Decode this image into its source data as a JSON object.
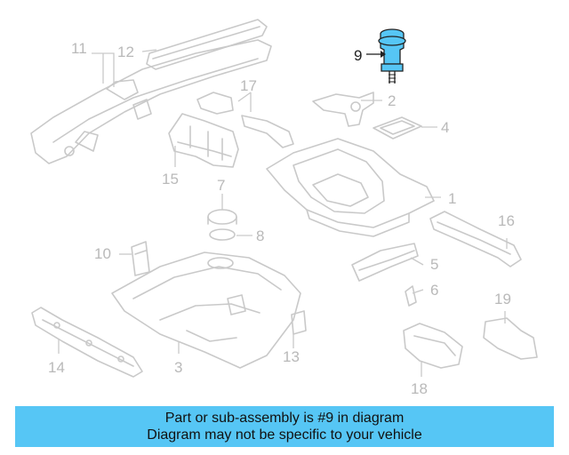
{
  "diagram": {
    "highlight_color": "#56c6f5",
    "callouts": [
      {
        "id": "9",
        "label": "9",
        "highlighted": true
      },
      {
        "id": "1",
        "label": "1"
      },
      {
        "id": "2",
        "label": "2"
      },
      {
        "id": "3",
        "label": "3"
      },
      {
        "id": "4",
        "label": "4"
      },
      {
        "id": "5",
        "label": "5"
      },
      {
        "id": "6",
        "label": "6"
      },
      {
        "id": "7",
        "label": "7"
      },
      {
        "id": "8",
        "label": "8"
      },
      {
        "id": "10",
        "label": "10"
      },
      {
        "id": "11",
        "label": "11"
      },
      {
        "id": "12",
        "label": "12"
      },
      {
        "id": "13",
        "label": "13"
      },
      {
        "id": "14",
        "label": "14"
      },
      {
        "id": "15",
        "label": "15"
      },
      {
        "id": "16",
        "label": "16"
      },
      {
        "id": "17",
        "label": "17"
      },
      {
        "id": "18",
        "label": "18"
      },
      {
        "id": "19",
        "label": "19"
      }
    ]
  },
  "banner": {
    "line1": "Part or sub-assembly is #9 in diagram",
    "line2": "Diagram may not be specific to your vehicle",
    "background": "#56c6f5"
  }
}
